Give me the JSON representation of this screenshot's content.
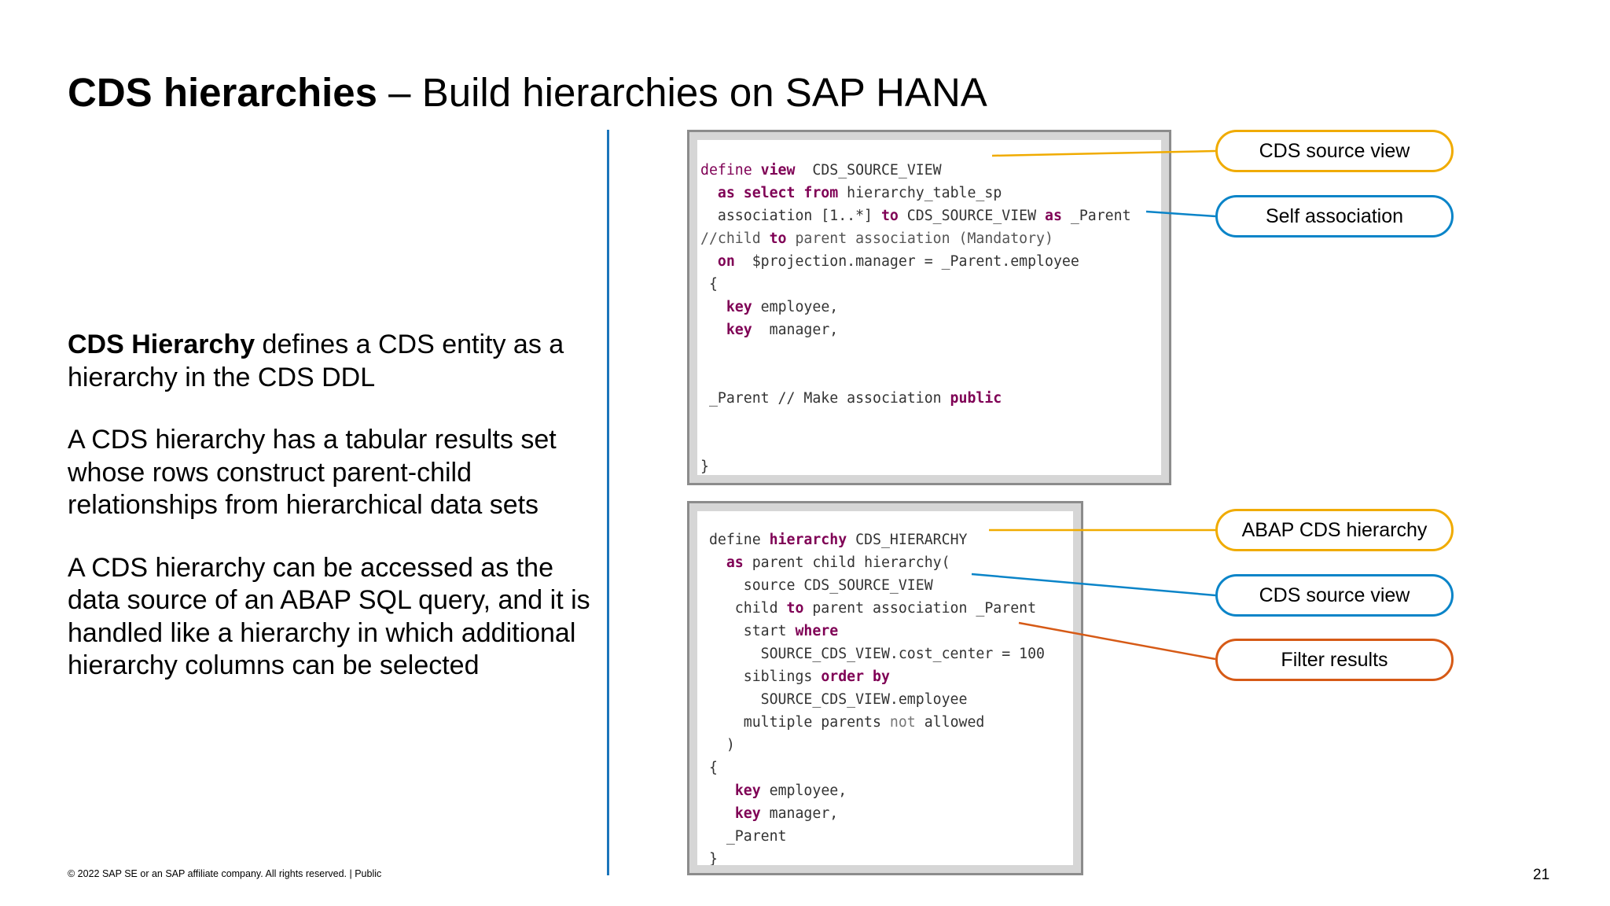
{
  "slide": {
    "title_bold": "CDS hierarchies",
    "title_rest": " – Build hierarchies on SAP HANA",
    "paragraphs": [
      {
        "bold": "CDS Hierarchy",
        "text": " defines a CDS entity as a hierarchy in the CDS DDL"
      },
      {
        "bold": "",
        "text": "A CDS hierarchy has a tabular results set whose rows construct parent-child relationships from hierarchical data sets"
      },
      {
        "bold": "",
        "text": "A CDS hierarchy can be accessed as the data source of an ABAP SQL query, and it is handled like a hierarchy in which additional hierarchy columns can be selected"
      }
    ],
    "footer": "© 2022 SAP SE or an SAP affiliate company. All rights reserved. | Public",
    "page_number": "21"
  },
  "code_view": {
    "lines": [
      [
        [
          "kwn",
          "define "
        ],
        [
          "kw",
          "view"
        ],
        [
          "",
          "  CDS_SOURCE_VIEW"
        ]
      ],
      [
        [
          "",
          "  "
        ],
        [
          "kw",
          "as select from"
        ],
        [
          "",
          " hierarchy_table_sp"
        ]
      ],
      [
        [
          "",
          "  association [1..*] "
        ],
        [
          "kw",
          "to"
        ],
        [
          "",
          " CDS_SOURCE_VIEW "
        ],
        [
          "kw",
          "as"
        ],
        [
          "",
          " _Parent"
        ]
      ],
      [
        [
          "cm",
          "//child "
        ],
        [
          "kw",
          "to"
        ],
        [
          "cm",
          " parent association (Mandatory)"
        ]
      ],
      [
        [
          "",
          "  "
        ],
        [
          "kw",
          "on"
        ],
        [
          "",
          "  $projection.manager = _Parent.employee"
        ]
      ],
      [
        [
          "",
          " {"
        ]
      ],
      [
        [
          "",
          "   "
        ],
        [
          "kw",
          "key"
        ],
        [
          "",
          " employee,"
        ]
      ],
      [
        [
          "",
          "   "
        ],
        [
          "kw",
          "key"
        ],
        [
          "",
          "  manager,"
        ]
      ],
      [
        [
          "",
          ""
        ]
      ],
      [
        [
          "",
          ""
        ]
      ],
      [
        [
          "",
          " _Parent // Make association "
        ],
        [
          "kw",
          "public"
        ]
      ],
      [
        [
          "",
          ""
        ]
      ],
      [
        [
          "",
          ""
        ]
      ],
      [
        [
          "",
          "}"
        ]
      ]
    ]
  },
  "code_hierarchy": {
    "lines": [
      [
        [
          "",
          " define "
        ],
        [
          "kw",
          "hierarchy"
        ],
        [
          "",
          " CDS_HIERARCHY"
        ]
      ],
      [
        [
          "",
          "   "
        ],
        [
          "kw",
          "as"
        ],
        [
          "",
          " parent child hierarchy("
        ]
      ],
      [
        [
          "",
          "     source CDS_SOURCE_VIEW"
        ]
      ],
      [
        [
          "",
          "    child "
        ],
        [
          "kw",
          "to"
        ],
        [
          "",
          " parent association _Parent"
        ]
      ],
      [
        [
          "",
          "     start "
        ],
        [
          "kw",
          "where"
        ]
      ],
      [
        [
          "",
          "       SOURCE_CDS_VIEW.cost_center = 100"
        ]
      ],
      [
        [
          "",
          "     siblings "
        ],
        [
          "kw",
          "order by"
        ]
      ],
      [
        [
          "",
          "       SOURCE_CDS_VIEW.employee"
        ]
      ],
      [
        [
          "",
          "     multiple parents "
        ],
        [
          "dim",
          "not"
        ],
        [
          "",
          " allowed"
        ]
      ],
      [
        [
          "",
          "   )"
        ]
      ],
      [
        [
          "",
          " {"
        ]
      ],
      [
        [
          "",
          "    "
        ],
        [
          "kw",
          "key"
        ],
        [
          "",
          " employee,"
        ]
      ],
      [
        [
          "",
          "    "
        ],
        [
          "kw",
          "key"
        ],
        [
          "",
          " manager,"
        ]
      ],
      [
        [
          "",
          "   _Parent"
        ]
      ],
      [
        [
          "",
          " }"
        ]
      ]
    ]
  },
  "callouts": [
    {
      "id": "cds-source-view-1",
      "label": "CDS source view",
      "color": "#f0ab00"
    },
    {
      "id": "self-association",
      "label": "Self association",
      "color": "#0a84c8"
    },
    {
      "id": "abap-cds-hierarchy",
      "label": "ABAP CDS hierarchy",
      "color": "#f0ab00"
    },
    {
      "id": "cds-source-view-2",
      "label": "CDS source view",
      "color": "#0a84c8"
    },
    {
      "id": "filter-results",
      "label": "Filter results",
      "color": "#d65a16"
    }
  ]
}
